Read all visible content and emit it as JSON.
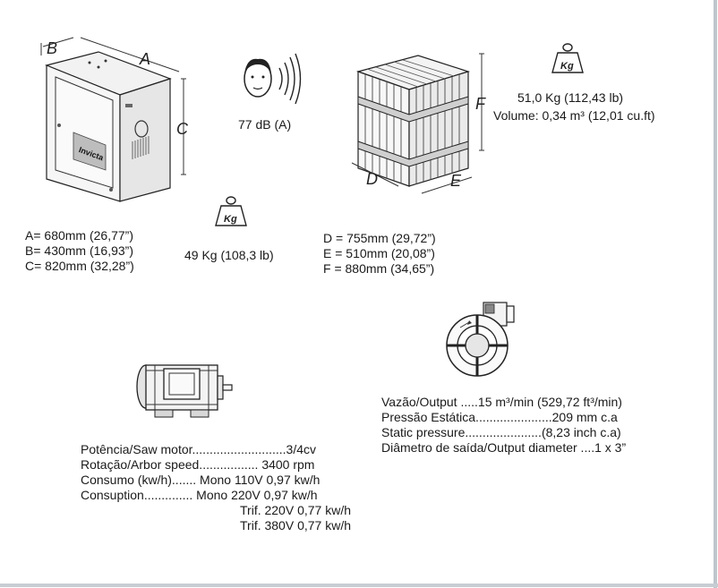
{
  "machine": {
    "dim_labels": {
      "a": "A",
      "b": "B",
      "c": "C"
    },
    "logo": "Invicta",
    "dimensions": [
      "A= 680mm (26,77”)",
      "B= 430mm (16,93”)",
      "C= 820mm (32,28”)"
    ]
  },
  "noise": {
    "value": "77 dB (A)"
  },
  "machine_weight": {
    "icon_text": "Kg",
    "value": "49 Kg (108,3 lb)"
  },
  "crate": {
    "dim_labels": {
      "d": "D",
      "e": "E",
      "f": "F"
    },
    "dimensions": [
      "D = 755mm (29,72”)",
      "E = 510mm (20,08”)",
      "F = 880mm (34,65”)"
    ]
  },
  "crate_weight": {
    "icon_text": "Kg",
    "weight": "51,0 Kg (112,43 lb)",
    "volume": "Volume: 0,34 m³ (12,01 cu.ft)"
  },
  "motor": {
    "specs": [
      "Potência/Saw motor...........................3/4cv",
      "Rotação/Arbor speed................. 3400 rpm",
      "Consumo (kw/h)....... Mono 110V 0,97 kw/h",
      "Consuption.............. Mono 220V 0,97 kw/h",
      "Trif. 220V 0,77 kw/h",
      "Trif. 380V 0,77 kw/h"
    ]
  },
  "blower": {
    "specs": [
      "Vazão/Output .....15 m³/min (529,72 ft³/min)",
      "Pressão Estática......................209 mm c.a",
      "Static pressure......................(8,23 inch c.a)",
      "Diâmetro de saída/Output diameter ....1 x 3”"
    ]
  }
}
